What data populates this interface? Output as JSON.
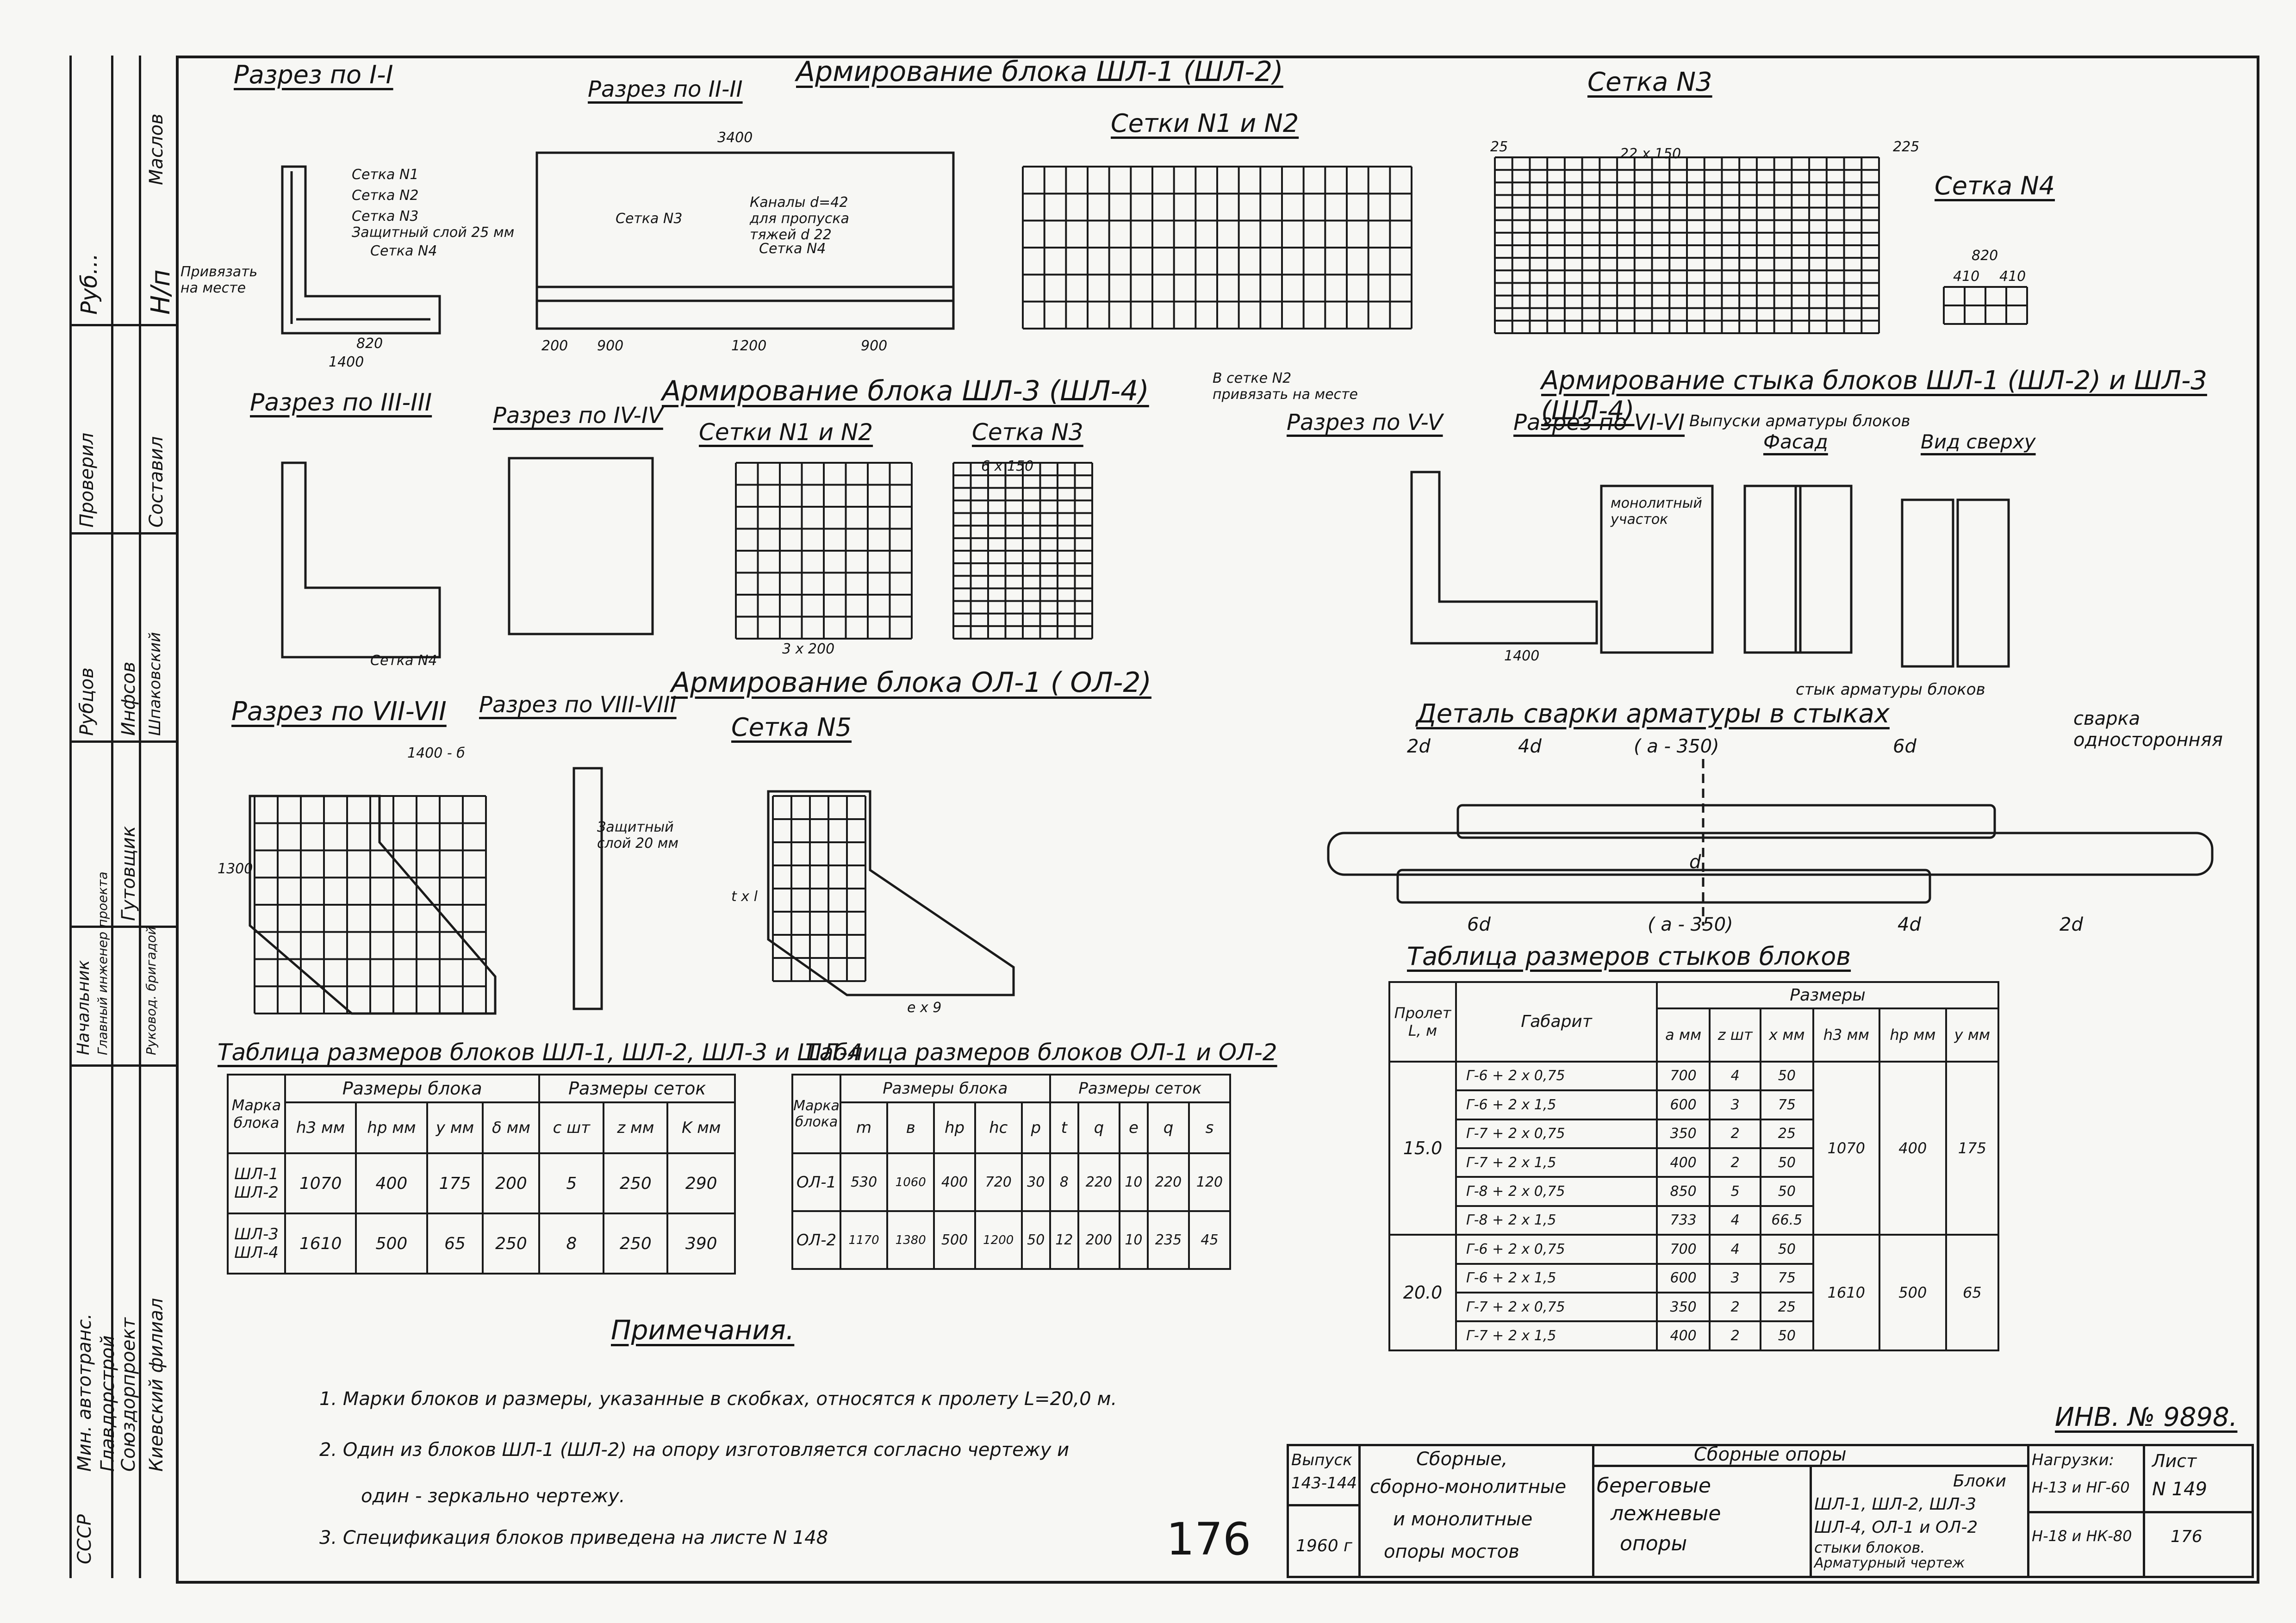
{
  "sheet": {
    "main_title": "Армирование блока ШЛ-1 (ШЛ-2)",
    "title_blk3": "Армирование блока ШЛ-3 (ШЛ-4)",
    "title_ol": "Армирование блока ОЛ-1 ( ОЛ-2)",
    "title_joint": "Армирование стыка блоков ШЛ-1 (ШЛ-2) и ШЛ-3 (ШЛ-4)",
    "title_weld": "Деталь сварки арматуры в стыках",
    "weld_note": "сварка односторонняя",
    "inv_no": "ИНВ. № 9898.",
    "handwritten_number": "176"
  },
  "sections": {
    "s1": "Разрез по I-I",
    "s2": "Разрез по II-II",
    "s3": "Разрез по III-III",
    "s4": "Разрез по IV-IV",
    "s5": "Разрез по V-V",
    "s6": "Разрез по VI-VI",
    "s7": "Разрез по VII-VII",
    "s8": "Разрез по VIII-VIII",
    "facade": "Фасад",
    "top_view": "Вид сверху",
    "outlets": "Выпуски арматуры блоков",
    "joint_bars": "стык арматуры блоков"
  },
  "meshes": {
    "m12": "Сетки N1 и N2",
    "m12b": "Сетки N1 и N2",
    "m3": "Сетка N3",
    "m3b": "Сетка N3",
    "m4": "Сетка N4",
    "m5": "Сетка N5",
    "mesh_note": "В сетке N2 привязать на месте"
  },
  "labels": {
    "setka1": "Сетка N1",
    "setka2": "Сетка N2",
    "setka3": "Сетка N3",
    "setka4": "Сетка N4",
    "cover": "Защитный слой 25 мм",
    "channels": "Каналы d=42 для пропуска тяжей d 22",
    "tie": "Привязать на месте",
    "cover20": "Защитный слой 20 мм",
    "mono": "монолитный участок",
    "dim_3400": "3400",
    "dim_1400": "1400",
    "dim_1200": "1200",
    "dim_900": "900",
    "dim_820": "820",
    "dim_200": "200",
    "dim_22x150": "22 x 150",
    "dim_225": "225",
    "dim_25": "25",
    "dim_410": "410",
    "dim_6x150": "6 x 150",
    "dim_3x200": "3 x 200",
    "dim_2d": "2d",
    "dim_4d": "4d",
    "dim_6d": "6d",
    "dim_a350": "( a - 350)",
    "dim_d": "d",
    "dim_1300": "1300",
    "dim_1400b": "1400 - б",
    "dim_ex9": "e x 9",
    "dim_tl": "t x l"
  },
  "table_left": {
    "title": "Таблица размеров блоков ШЛ-1, ШЛ-2, ШЛ-3 и ШЛ-4",
    "h_mark": "Марка блока",
    "h_block": "Размеры блока",
    "h_mesh": "Размеры сеток",
    "cols": [
      "h3 мм",
      "hр мм",
      "y мм",
      "δ мм",
      "c шт",
      "z мм",
      "K мм"
    ],
    "rows": [
      {
        "mark": "ШЛ-1 ШЛ-2",
        "vals": [
          "1070",
          "400",
          "175",
          "200",
          "5",
          "250",
          "290"
        ]
      },
      {
        "mark": "ШЛ-3 ШЛ-4",
        "vals": [
          "1610",
          "500",
          "65",
          "250",
          "8",
          "250",
          "390"
        ]
      }
    ]
  },
  "table_mid": {
    "title": "Таблица размеров блоков ОЛ-1 и ОЛ-2",
    "h_mark": "Марка блока",
    "h_block": "Размеры блока",
    "h_mesh": "Размеры сеток",
    "cols": [
      "m",
      "в",
      "hр",
      "hс",
      "p",
      "t",
      "q",
      "e",
      "q",
      "s"
    ],
    "rows": [
      {
        "mark": "ОЛ-1",
        "vals": [
          "530",
          "1060",
          "400",
          "720",
          "30",
          "8",
          "220",
          "10",
          "220",
          "120"
        ]
      },
      {
        "mark": "ОЛ-2",
        "vals": [
          "1170",
          "1380",
          "500",
          "1200",
          "50",
          "12",
          "200",
          "10",
          "235",
          "45"
        ]
      }
    ]
  },
  "table_right": {
    "title": "Таблица размеров стыков блоков",
    "h_span": "Пролет L, м",
    "h_gab": "Габарит",
    "h_dims": "Размеры",
    "cols": [
      "a мм",
      "z шт",
      "x мм",
      "h3 мм",
      "hр мм",
      "y мм"
    ],
    "span1": "15.0",
    "span2": "20.0",
    "g1": {
      "h3": "1070",
      "hp": "400",
      "y": "175"
    },
    "g2": {
      "h3": "1610",
      "hp": "500",
      "y": "65"
    },
    "rows": [
      {
        "gab": "Г-6 + 2 x 0,75",
        "a": "700",
        "z": "4",
        "x": "50"
      },
      {
        "gab": "Г-6 + 2 x 1,5",
        "a": "600",
        "z": "3",
        "x": "75"
      },
      {
        "gab": "Г-7 + 2 x 0,75",
        "a": "350",
        "z": "2",
        "x": "25"
      },
      {
        "gab": "Г-7 + 2 x 1,5",
        "a": "400",
        "z": "2",
        "x": "50"
      },
      {
        "gab": "Г-8 + 2 x 0,75",
        "a": "850",
        "z": "5",
        "x": "50"
      },
      {
        "gab": "Г-8 + 2 x 1,5",
        "a": "733",
        "z": "4",
        "x": "66.5"
      },
      {
        "gab": "Г-6 + 2 x 0,75",
        "a": "700",
        "z": "4",
        "x": "50"
      },
      {
        "gab": "Г-6 + 2 x 1,5",
        "a": "600",
        "z": "3",
        "x": "75"
      },
      {
        "gab": "Г-7 + 2 x 0,75",
        "a": "350",
        "z": "2",
        "x": "25"
      },
      {
        "gab": "Г-7 + 2 x 1,5",
        "a": "400",
        "z": "2",
        "x": "50"
      }
    ]
  },
  "notes": {
    "title": "Примечания.",
    "n1": "1. Марки блоков и размеры, указанные в скобках, относятся к пролету L=20,0 м.",
    "n2a": "2. Один из блоков ШЛ-1 (ШЛ-2) на опору изготовляется согласно чертежу и",
    "n2b": "один - зеркально чертежу.",
    "n3": "3. Спецификация блоков приведена на листе N 148"
  },
  "title_block": {
    "issue_label": "Выпуск",
    "issue": "143-144",
    "year": "1960 г",
    "series_a": "Сборные,",
    "series_b": "сборно-монолитные",
    "series_c": "и монолитные",
    "series_d": "опоры мостов",
    "group": "Сборные опоры",
    "kind_a": "береговые",
    "kind_b": "лежневые",
    "kind_c": "опоры",
    "content_a": "Блоки",
    "content_b": "ШЛ-1, ШЛ-2, ШЛ-3",
    "content_c": "ШЛ-4, ОЛ-1 и ОЛ-2",
    "content_d": "стыки блоков.",
    "content_e": "Арматурный чертеж",
    "load_label": "Нагрузки:",
    "load_1": "Н-13 и НГ-60",
    "load_2": "Н-18 и НК-80",
    "sheet_label": "Лист",
    "sheet_no": "N 149",
    "sheet_page": "176"
  },
  "side_stamp": {
    "org1": "СССР",
    "org2": "Мин. автотранс.",
    "org3": "Главдорстрой",
    "org4": "Союздорпроект",
    "org5": "Киевский филиал",
    "r1": "Начальник",
    "r2": "Главный инженер проекта",
    "r3": "Руковод. бригадой",
    "r4": "Проверил",
    "r5": "Составил",
    "r6": "Н/п",
    "n1": "Рубцов",
    "n2": "Инфсов",
    "n3": "Шпаковский",
    "n4": "Гутовщик",
    "n5": "Маслов",
    "n6": "Руб..."
  }
}
